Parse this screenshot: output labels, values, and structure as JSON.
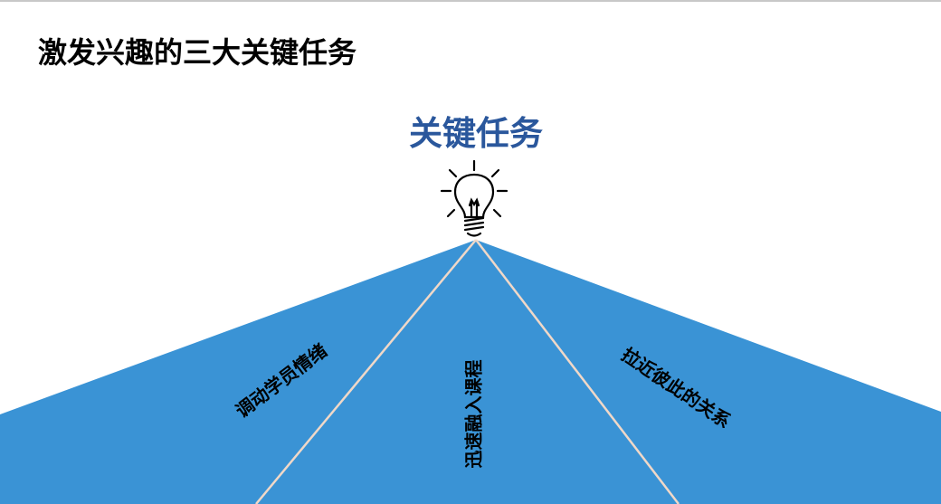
{
  "title": "激发兴趣的三大关键任务",
  "heading": "关键任务",
  "icon": "lightbulb-icon",
  "colors": {
    "fill": "#3a93d5",
    "divider": "#f0d8c8",
    "heading": "#2a579c"
  },
  "tasks": [
    {
      "label": "调动学员情绪"
    },
    {
      "label": "迅速融入课程"
    },
    {
      "label": "拉近彼此的关系"
    }
  ]
}
